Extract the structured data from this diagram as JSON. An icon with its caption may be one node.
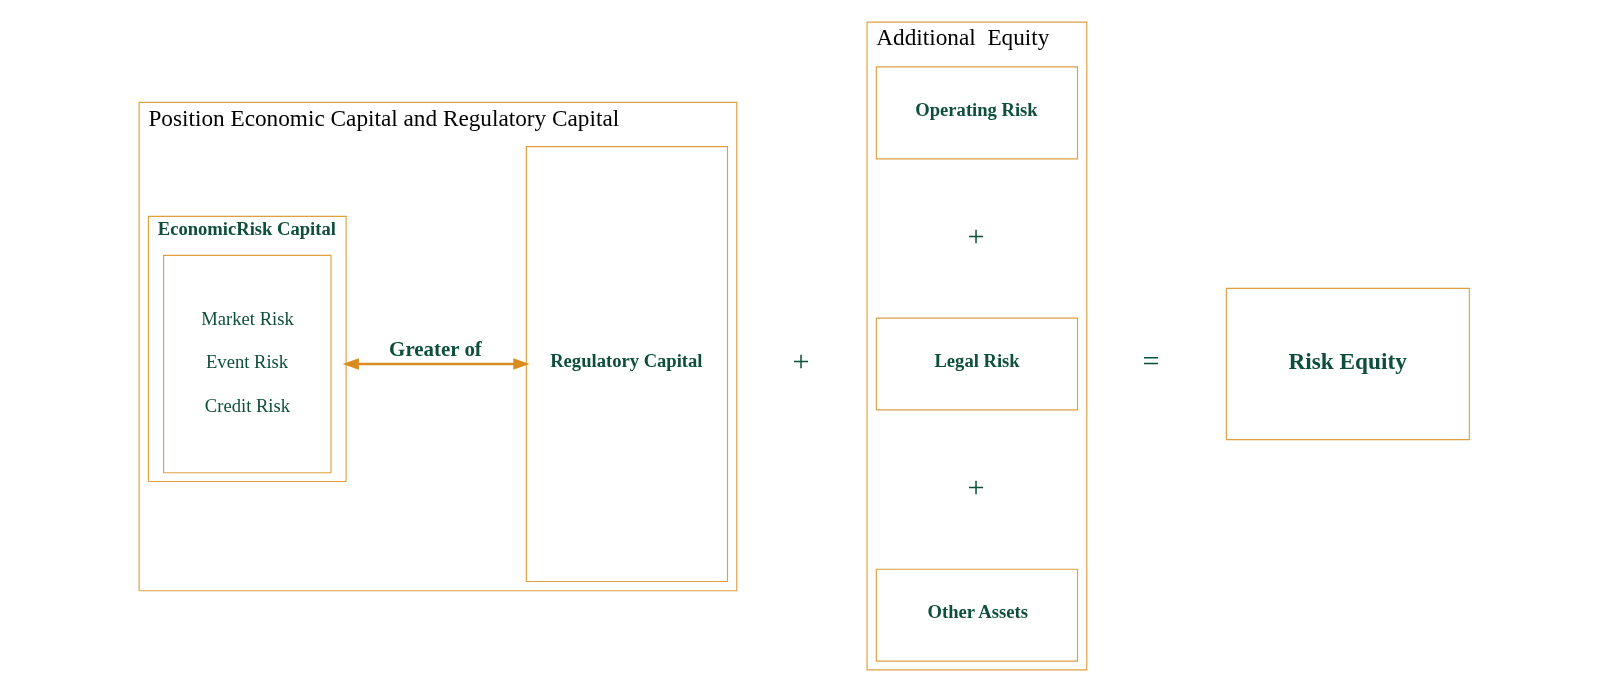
{
  "diagram": {
    "nodes": [
      {
        "text": [
          "Position Economic Capital and Regulatory Capital"
        ]
      },
      {
        "text": [
          "EconomicRisk Capital"
        ],
        "in": 0
      },
      {
        "text": [
          "Market Risk",
          "Event Risk",
          "Credit Risk"
        ],
        "in": 1
      },
      {
        "text": [
          "Regulatory Capital"
        ],
        "in": 0
      },
      {
        "text": [
          "Additional  Equity"
        ]
      },
      {
        "text": [
          "Operating Risk"
        ],
        "in": 4
      },
      {
        "text": [
          "Legal Risk"
        ],
        "in": 4
      },
      {
        "text": [
          "Other Assets"
        ],
        "in": 4
      },
      {
        "text": [
          "Risk Equity"
        ]
      }
    ],
    "edges": [
      {
        "from": 1,
        "to": 3,
        "arrow": "both",
        "label": "Greater of",
        "color": "#d98c1f"
      }
    ],
    "labels": [
      "+",
      "+",
      "+",
      "="
    ]
  }
}
